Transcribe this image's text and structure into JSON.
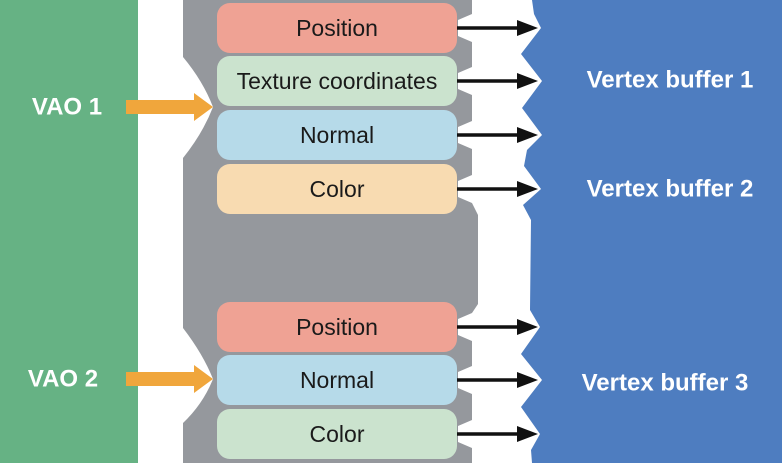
{
  "colors": {
    "background": "#FFFFFF",
    "vao_band": "#66B284",
    "attribute_band": "#95989D",
    "buffer_band": "#4E7DC0",
    "connector_orange": "#F0A63C",
    "connector_black": "#111111",
    "box_text": "#1A1A1A",
    "band_text": "#FFFFFF"
  },
  "vao1": {
    "label": "VAO 1",
    "attributes": [
      {
        "label": "Position",
        "color": "#EFA294"
      },
      {
        "label": "Texture coordinates",
        "color": "#CBE3CE"
      },
      {
        "label": "Normal",
        "color": "#B6DAE9"
      },
      {
        "label": "Color",
        "color": "#F8DBB1"
      }
    ]
  },
  "vao2": {
    "label": "VAO 2",
    "attributes": [
      {
        "label": "Position",
        "color": "#EFA294"
      },
      {
        "label": "Normal",
        "color": "#B6DAE9"
      },
      {
        "label": "Color",
        "color": "#CBE3CE"
      }
    ]
  },
  "buffers": [
    {
      "label": "Vertex buffer 1"
    },
    {
      "label": "Vertex buffer 2"
    },
    {
      "label": "Vertex buffer 3"
    }
  ]
}
